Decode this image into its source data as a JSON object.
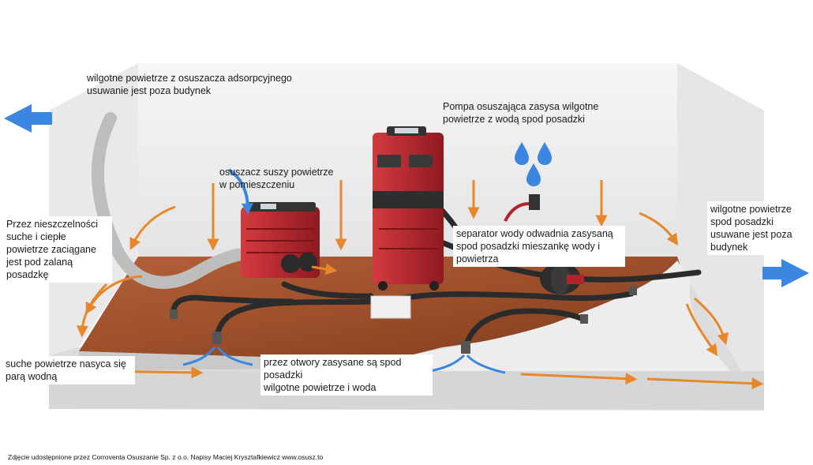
{
  "labels": {
    "exhaust_adsorption": "wilgotne powietrze z osuszacza adsorpcyjnego\nusuwanie jest poza budynek",
    "pump_intake": "Pompa osuszająca zasysa wilgotne\npowietrze z wodą spod posadzki",
    "dryer_room": "osuszacz suszy powietrze\nw pomieszczeniu",
    "leaks_intake": "Przez nieszczelności\nsuche i ciepłe\npowietrze zaciągane\njest pod zalaną\nposadzkę",
    "exhaust_floor": "wilgotne powietrze\nspod posadzki\nusuwane jest poza\nbudynek",
    "separator": "separator wody odwadnia zasysaną\nspod posadzki mieszankę wody i\npowietrza",
    "dry_air_saturates": "suche powietrze nasyca się\nparą wodną",
    "holes_intake": "przez otwory zasysane są spod posadzki\nwilgotne powietrze i woda"
  },
  "footer": "Zdjęcie udostępnione przez Corroventa Osuszanie Sp. z o.o. Napisy Maciej Krysztafkiewicz  www.osusz.to",
  "colors": {
    "wall": "#efefef",
    "wall_shadow": "#cfcfcf",
    "floor_wood": "#9c4f2a",
    "machine_red": "#b5222a",
    "hose": "#2b2b2b",
    "arrow_blue": "#3a86e0",
    "arrow_orange": "#e8872a",
    "water_drop": "#3a86e0"
  }
}
